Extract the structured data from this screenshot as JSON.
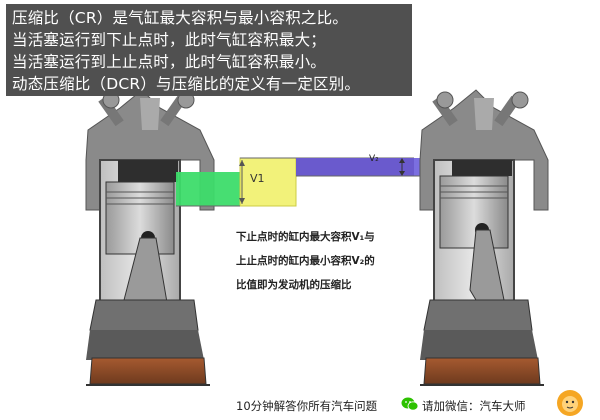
{
  "title": {
    "lines": [
      "压缩比（CR）是气缸最大容积与最小容积之比。",
      "当活塞运行到下止点时，此时气缸容积最大；",
      "当活塞运行到上止点时，此时气缸容积最小。",
      "动态压缩比（DCR）与压缩比的定义有一定区别。"
    ]
  },
  "labels": {
    "v1": "V1",
    "v2": "V₂"
  },
  "caption": {
    "lines": [
      "下止点时的缸内最大容积V₁与",
      "上止点时的缸内最小容积V₂的",
      "比值即为发动机的压缩比"
    ]
  },
  "footer": {
    "text": "10分钟解答你所有汽车问题",
    "wechat": "请加微信：汽车大师"
  },
  "colors": {
    "v1_yellow": "#f2f27a",
    "v1_green": "#3ddc6a",
    "v2_purple": "#6a5acd",
    "oil": "#8b4a2a",
    "title_bg": "#505050"
  },
  "icons": [
    "wechat-icon",
    "lion-logo"
  ]
}
